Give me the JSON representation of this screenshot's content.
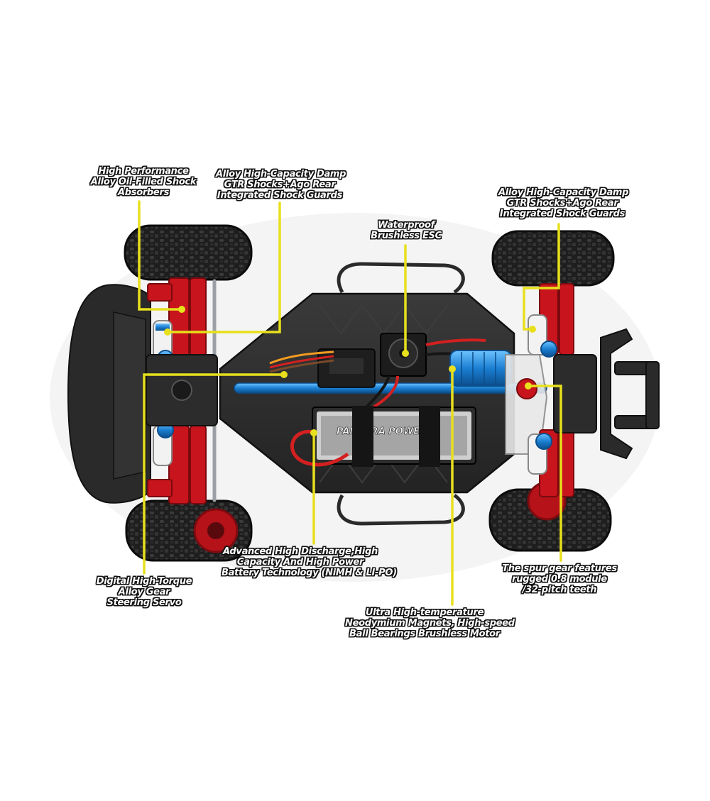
{
  "callouts": {
    "shock_absorbers": [
      "High Performance",
      "Alloy Oil-Filled Shock",
      "Absorbers"
    ],
    "front_shocks": [
      "Alloy High-Capacity Damp",
      "GTR Shocks+Ago Rear",
      "Integrated Shock Guards"
    ],
    "esc": [
      "Waterproof",
      "Brushless ESC"
    ],
    "rear_shocks": [
      "Alloy High-Capacity Damp",
      "GTR Shocks+Ago Rear",
      "Integrated Shock Guards"
    ],
    "battery": [
      "Advanced High Discharge,High",
      "Capacity And High Power",
      "Battery Technology (NiMH & LI-PO)"
    ],
    "servo": [
      "Digital High-Torque",
      "Alloy Gear",
      "Steering Servo"
    ],
    "spur_gear": [
      "The spur gear features",
      "rugged 0.8 module",
      "/32-pitch teeth"
    ],
    "motor": [
      "Ultra High-temperature",
      "Neodymium Magnets, High-speed",
      "Ball Bearings Brushless Motor"
    ]
  },
  "battery_label": "PANTURA POWER",
  "colors": {
    "leader": "#e8e01c",
    "chassis": "#2b2b2b",
    "red_parts": "#c8141c",
    "blue_parts": "#1f7fd0",
    "tire": "#1b1b1b"
  }
}
